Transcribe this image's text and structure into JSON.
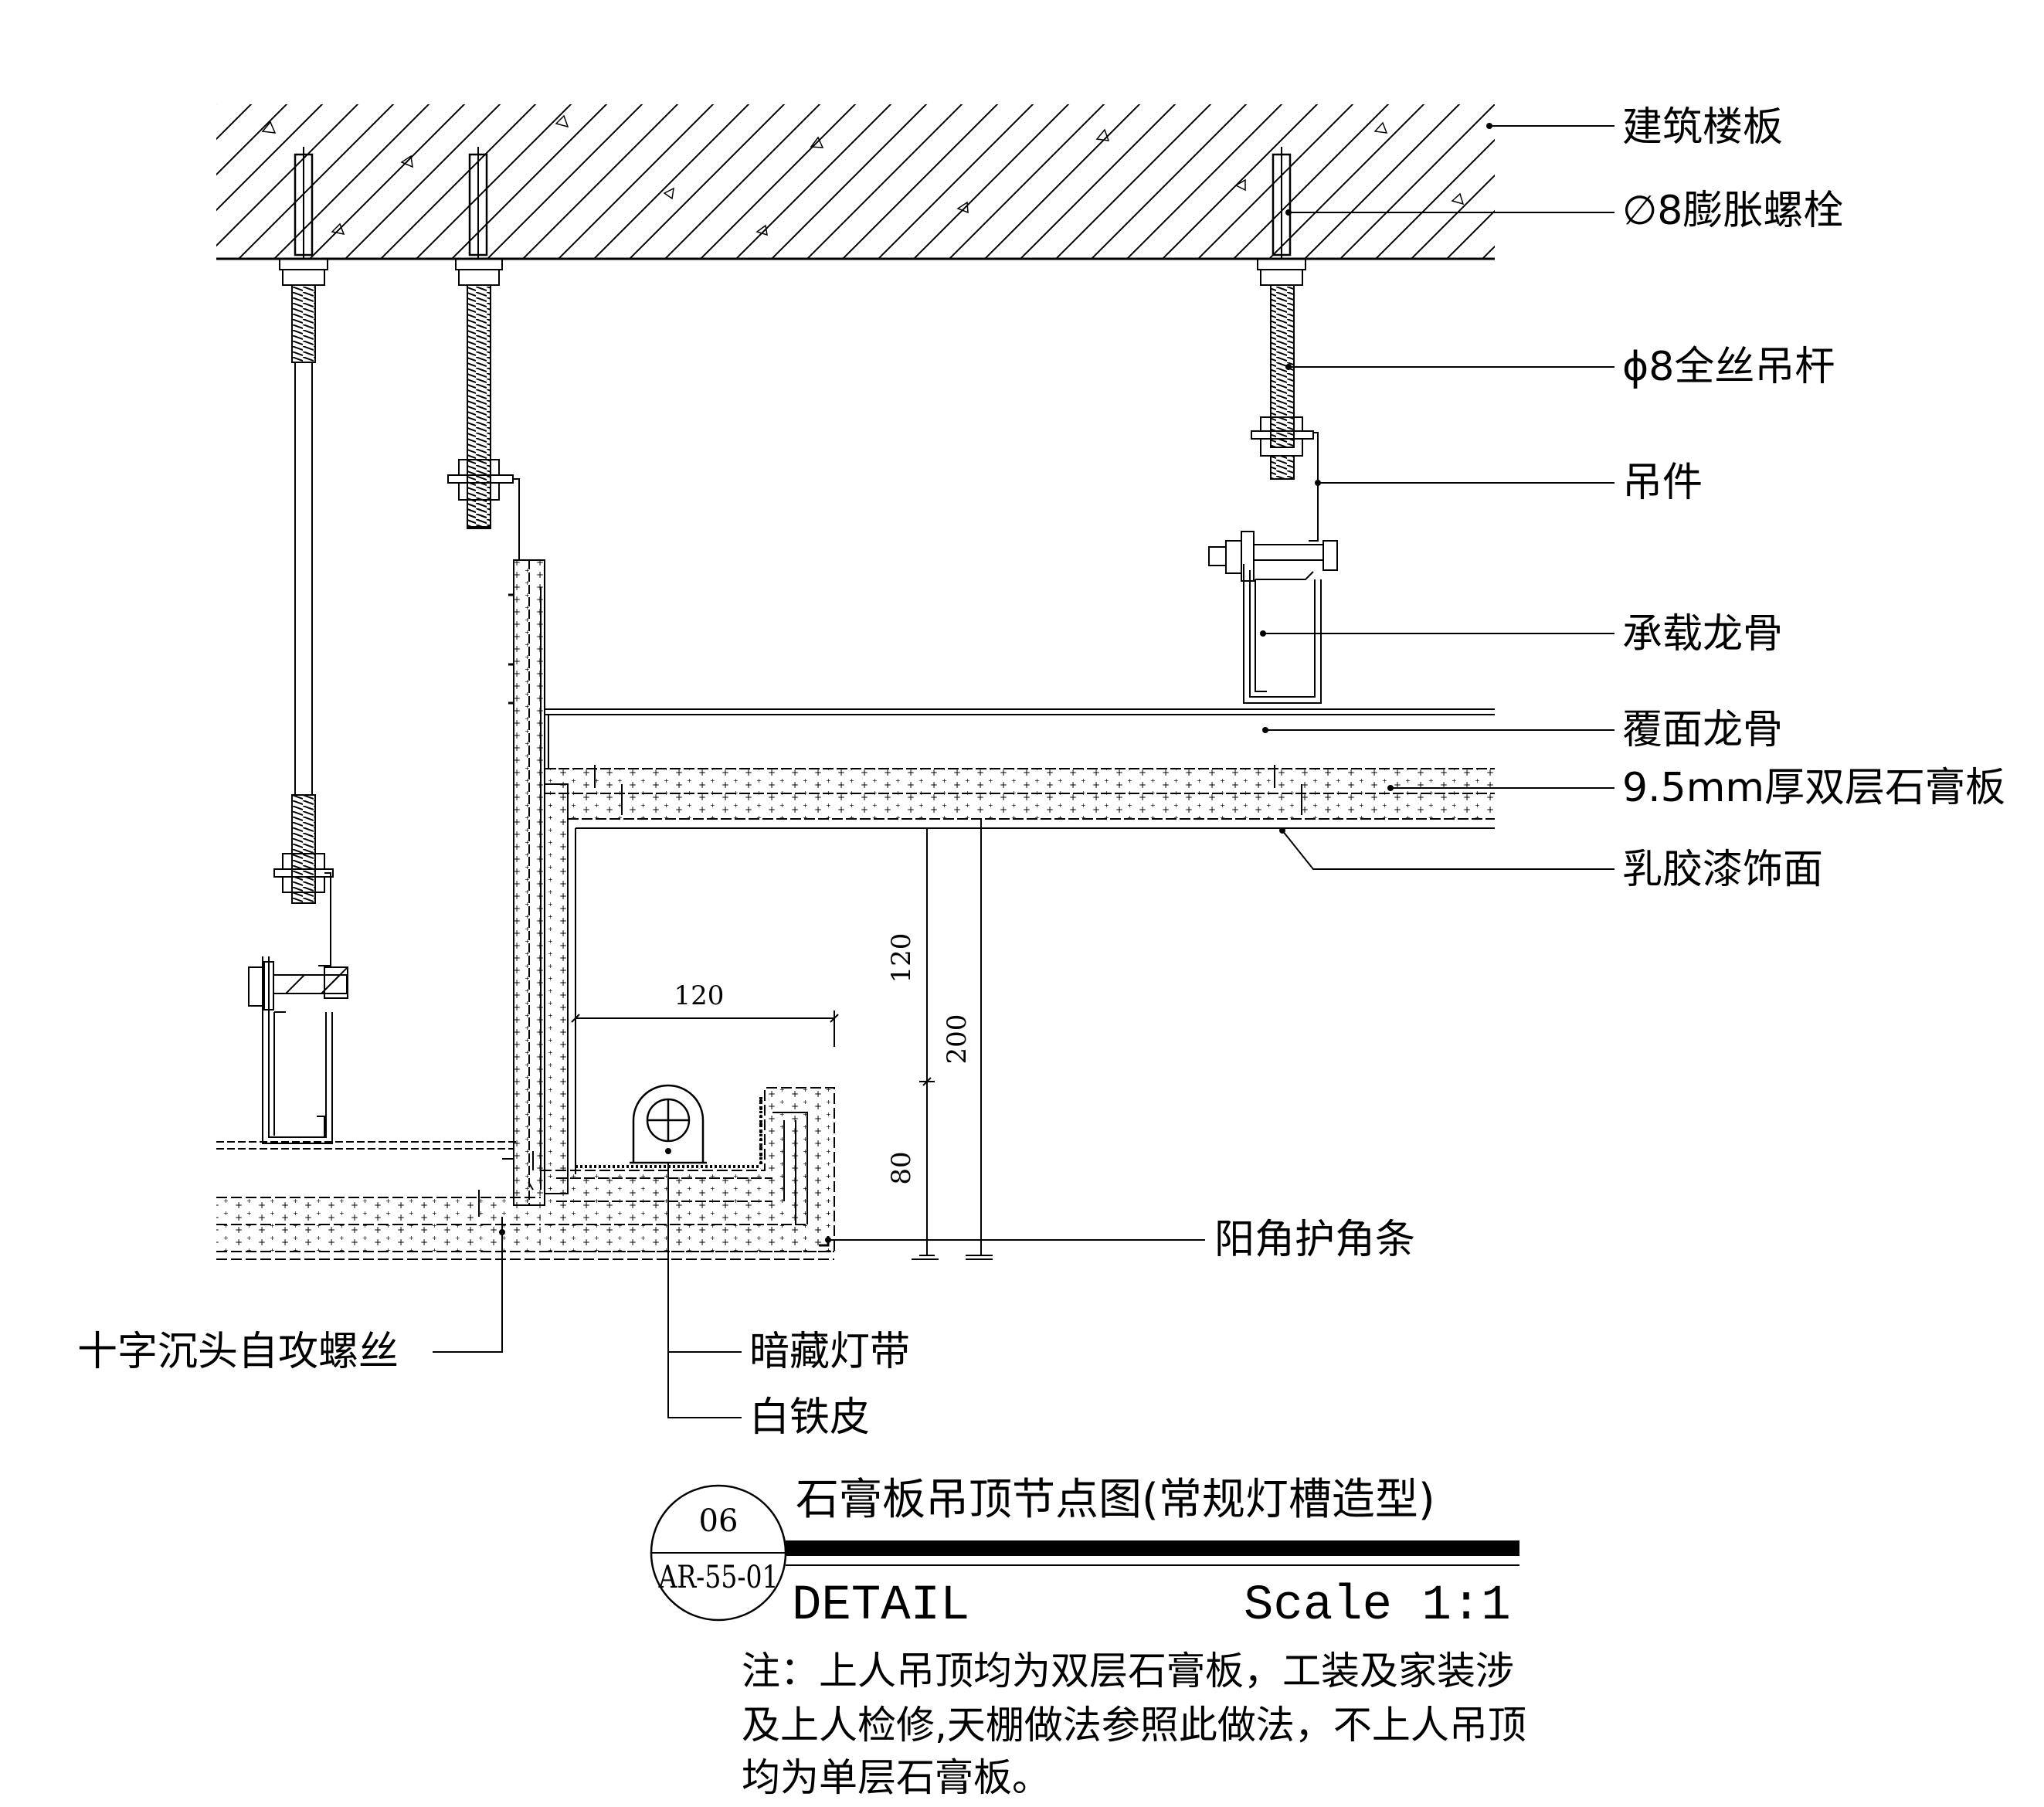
{
  "labels": {
    "slab": "建筑楼板",
    "expansion_bolt": "∅8膨胀螺栓",
    "rod": "ϕ8全丝吊杆",
    "hanger": "吊件",
    "main_keel": "承载龙骨",
    "cover_keel": "覆面龙骨",
    "gypsum_board": "9.5mm厚双层石膏板",
    "latex_paint": "乳胶漆饰面",
    "corner_bead": "阳角护角条",
    "screw": "十字沉头自攻螺丝",
    "led_strip": "暗藏灯带",
    "tin_sheet": "白铁皮"
  },
  "dimensions": {
    "horizontal_120": "120",
    "vertical_120": "120",
    "vertical_80": "80",
    "vertical_200": "200"
  },
  "title": {
    "number": "06",
    "sheet": "AR-55-01",
    "name": "石膏板吊顶节点图(常规灯槽造型)",
    "detail": "DETAIL",
    "scale": "Scale 1:1"
  },
  "note": {
    "line1": "注：上人吊顶均为双层石膏板，工装及家装涉",
    "line2": "及上人检修,天棚做法参照此做法，不上人吊顶",
    "line3": "均为单层石膏板。"
  }
}
